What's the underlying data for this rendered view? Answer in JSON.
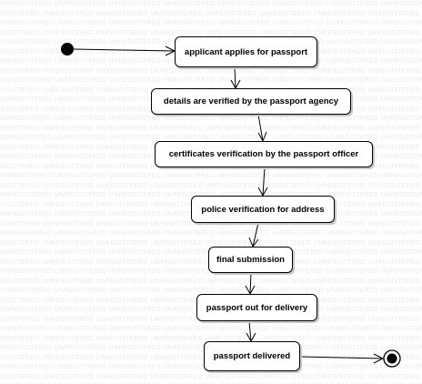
{
  "diagram": {
    "watermark_text": "UNREGISTERED",
    "activities": [
      {
        "id": "a1",
        "label": "applicant applies for passport"
      },
      {
        "id": "a2",
        "label": "details are verified by the passport agency"
      },
      {
        "id": "a3",
        "label": "certificates verification by the passport officer"
      },
      {
        "id": "a4",
        "label": "police verification for address"
      },
      {
        "id": "a5",
        "label": "final submission"
      },
      {
        "id": "a6",
        "label": "passport out for delivery"
      },
      {
        "id": "a7",
        "label": "passport delivered"
      }
    ],
    "initial_node": "start",
    "final_node": "end",
    "flows": [
      [
        "start",
        "a1"
      ],
      [
        "a1",
        "a2"
      ],
      [
        "a2",
        "a3"
      ],
      [
        "a3",
        "a4"
      ],
      [
        "a4",
        "a5"
      ],
      [
        "a5",
        "a6"
      ],
      [
        "a6",
        "a7"
      ],
      [
        "a7",
        "end"
      ]
    ],
    "colors": {
      "line": "#000000",
      "node_fill": "#ffffff",
      "watermark": "#ebebeb"
    }
  }
}
